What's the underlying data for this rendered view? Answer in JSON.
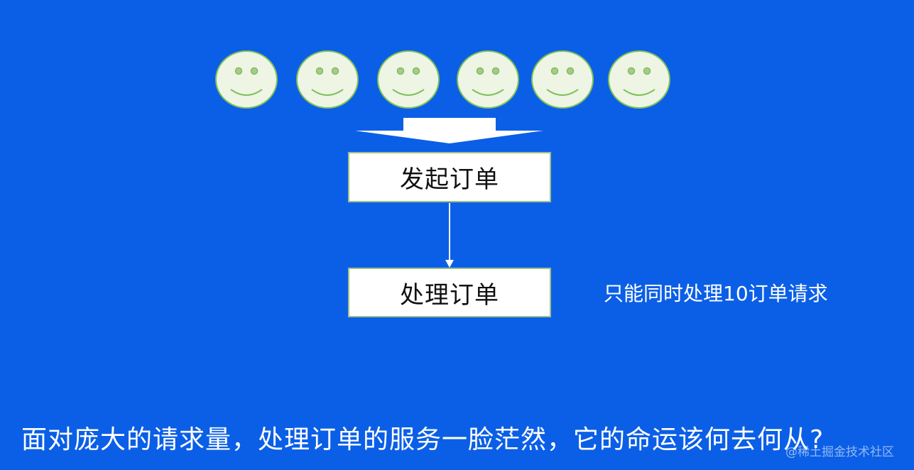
{
  "faces": [
    {
      "icon": "smiley-face-icon"
    },
    {
      "icon": "smiley-face-icon"
    },
    {
      "icon": "smiley-face-icon"
    },
    {
      "icon": "smiley-face-icon"
    },
    {
      "icon": "smiley-face-icon"
    },
    {
      "icon": "smiley-face-icon"
    }
  ],
  "nodes": {
    "start": "发起订单",
    "process": "处理订单"
  },
  "side_note": "只能同时处理10订单请求",
  "caption": "面对庞大的请求量，处理订单的服务一脸茫然，它的命运该何去何从?",
  "watermark": "@稀土掘金技术社区",
  "colors": {
    "background": "#0b5fe6",
    "face_fill": "#eef5e4",
    "face_stroke": "#7fbf5a",
    "box_border": "#9dc08b",
    "text_light": "#ffffff"
  }
}
